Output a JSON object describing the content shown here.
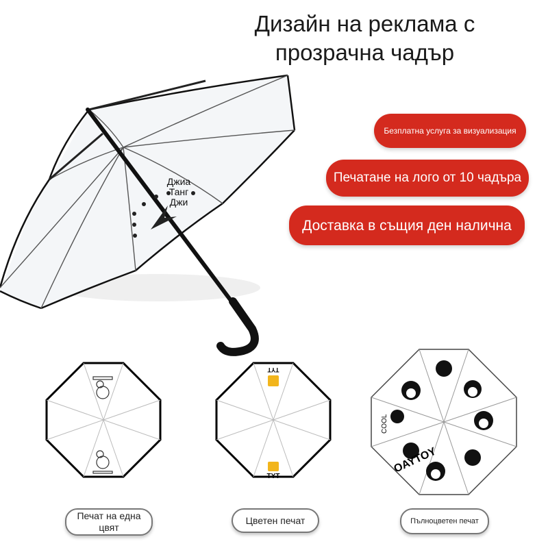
{
  "title": "Дизайн на реклама с прозрачна чадър",
  "features": [
    {
      "label": "Безплатна услуга за визуализация"
    },
    {
      "label": "Печатане на лого от 10 чадъра"
    },
    {
      "label": "Доставка в същия ден налична"
    }
  ],
  "umbrella_label": "Джиа Танг Джи",
  "options": [
    {
      "label": "Печат на една цвят"
    },
    {
      "label": "Цветен печат"
    },
    {
      "label": "Пълноцветен печат"
    }
  ],
  "graphic_text": {
    "logo": "TYT",
    "cool": "COOL",
    "oaytoy": "OAYTOY"
  },
  "colors": {
    "accent": "#d42a1e",
    "logo_yellow": "#f2b51c"
  }
}
